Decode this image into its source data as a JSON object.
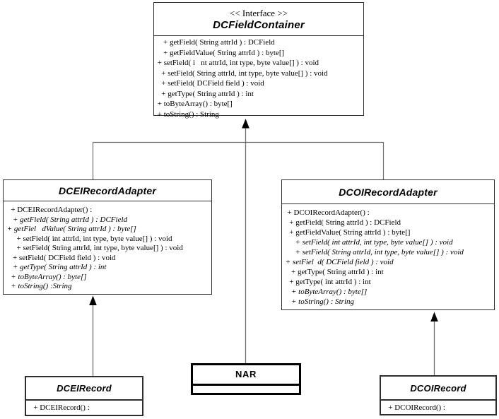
{
  "diagram": {
    "interface_box": {
      "stereotype": "<< Interface >>",
      "name": "DCFieldContainer",
      "methods": [
        {
          "text": "    + getField( String attrId ) : DCField",
          "italic": false
        },
        {
          "text": "    + getFieldValue( String attrId ) : byte[]",
          "italic": false
        },
        {
          "text": " + setField( i   nt attrId, int type, byte value[] ) : void",
          "italic": false
        },
        {
          "text": "   + setField( String attrId, int type, byte value[] ) : void",
          "italic": false
        },
        {
          "text": "   + setField( DCField field ) : void",
          "italic": false
        },
        {
          "text": "   + getType( String attrId ) : int",
          "italic": false
        },
        {
          "text": " + toByteArray() : byte[]",
          "italic": false
        },
        {
          "text": " + toString() : String",
          "italic": false
        }
      ]
    },
    "left_adapter": {
      "name": "DCEIRecordAdapter",
      "methods": [
        {
          "text": "   + DCEIRecordAdapter() :",
          "italic": false
        },
        {
          "text": "    + getField( String attrId ) : DCField",
          "italic": true
        },
        {
          "text": " + getFiel   dValue( String attrId ) : byte[]",
          "italic": true
        },
        {
          "text": "      + setField( int attrId, int type, byte value[] ) : void",
          "italic": false
        },
        {
          "text": "      + setField( String attrId, int type, byte value[] ) : void",
          "italic": false
        },
        {
          "text": "    + setField( DCField field ) : void",
          "italic": false
        },
        {
          "text": "    + getType( String attrId ) : int",
          "italic": true
        },
        {
          "text": "   + toByteArray() : byte[]",
          "italic": true
        },
        {
          "text": "   + toString() :String",
          "italic": true
        }
      ]
    },
    "right_adapter": {
      "name": "DCOIRecordAdapter",
      "methods": [
        {
          "text": "  + DCOIRecordAdapter() :",
          "italic": false
        },
        {
          "text": "   + getField( String attrId ) : DCField",
          "italic": false
        },
        {
          "text": "   + getFieldValue( String attrId ) : byte[]",
          "italic": false
        },
        {
          "text": "      + setField( int attrId, int type, byte value[] ) : void",
          "italic": true
        },
        {
          "text": "      + setField( String attrId, int type, byte value[] ) : void",
          "italic": true
        },
        {
          "text": " + setFiel  d( DCField field ) : void",
          "italic": true
        },
        {
          "text": "    + getType( String attrId ) : int",
          "italic": false
        },
        {
          "text": "   + getType( int attrId ) : int",
          "italic": false
        },
        {
          "text": "    + toByteArray() : byte[]",
          "italic": true
        },
        {
          "text": "    + toString() : String",
          "italic": true
        }
      ]
    },
    "left_record": {
      "name": "DCEIRecord",
      "methods": [
        {
          "text": "   + DCEIRecord() :",
          "italic": false
        }
      ]
    },
    "right_record": {
      "name": "DCOIRecord",
      "methods": [
        {
          "text": "   + DCOIRecord() :",
          "italic": false
        }
      ]
    },
    "nar_box": {
      "name": "NAR"
    },
    "colors": {
      "background": "#ffffff",
      "box_border": "#2e2e2e",
      "nar_border": "#000000",
      "connector_line": "#6f6f6f",
      "arrowhead_fill": "#000000",
      "text": "#000000"
    }
  }
}
